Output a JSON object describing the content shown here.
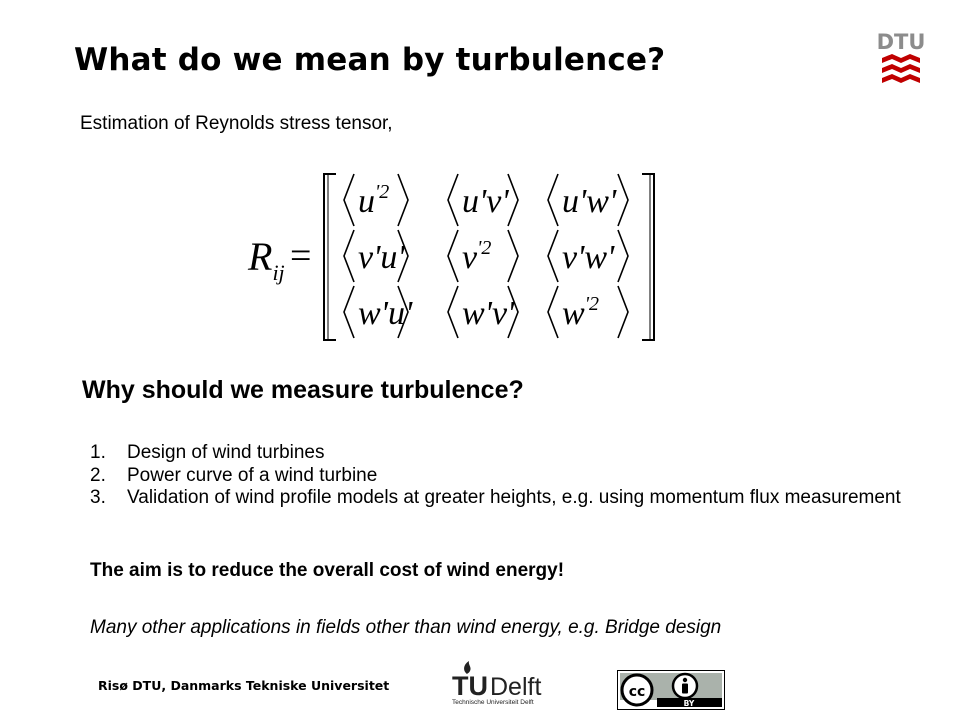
{
  "slide": {
    "title": "What do we mean by turbulence?",
    "intro": "Estimation of Reynolds stress tensor,",
    "equation": {
      "lhs": "R",
      "lhs_subscript": "ij",
      "equals": "=",
      "rows": [
        [
          {
            "base": "u",
            "sup": "'2"
          },
          {
            "base": "u'v'",
            "sup": ""
          },
          {
            "base": "u'w'",
            "sup": ""
          }
        ],
        [
          {
            "base": "v'u'",
            "sup": ""
          },
          {
            "base": "v",
            "sup": "'2"
          },
          {
            "base": "v'w'",
            "sup": ""
          }
        ],
        [
          {
            "base": "w'u'",
            "sup": ""
          },
          {
            "base": "w'v'",
            "sup": ""
          },
          {
            "base": "w",
            "sup": "'2"
          }
        ]
      ]
    },
    "heading2": "Why should we measure turbulence?",
    "list": [
      {
        "number": "1.",
        "text": "Design of wind turbines"
      },
      {
        "number": "2.",
        "text": "Power curve of a wind turbine"
      },
      {
        "number": "3.",
        "text": "Validation of wind profile models at greater heights, e.g. using momentum flux measurement"
      }
    ],
    "aim": "The aim is to reduce the overall cost of wind energy!",
    "other": "Many other applications in fields other than wind energy, e.g. Bridge design"
  },
  "footer": {
    "institution": "Risø DTU, Danmarks Tekniske Universitet",
    "tudelft_tu": "TU",
    "tudelft_delft": "Delft",
    "tudelft_sub": "Technische Universiteit Delft",
    "cc_label": "BY"
  },
  "logos": {
    "dtu_text": "DTU",
    "dtu_color": "#c00000",
    "tud_color": "#00a6d6"
  }
}
